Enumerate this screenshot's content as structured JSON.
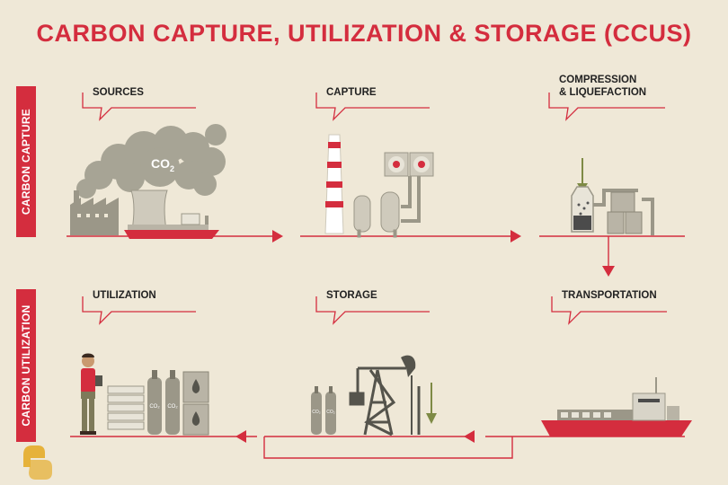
{
  "title": "CARBON CAPTURE, UTILIZATION & STORAGE (CCUS)",
  "sections": {
    "capture": "CARBON CAPTURE",
    "utilization": "CARBON UTILIZATION"
  },
  "steps": {
    "sources": "SOURCES",
    "capture": "CAPTURE",
    "compression_line1": "COMPRESSION",
    "compression_line2": "& LIQUEFACTION",
    "utilization": "UTILIZATION",
    "storage": "STORAGE",
    "transportation": "TRANSPORTATION"
  },
  "labels": {
    "co2": "CO",
    "co2_sub": "2",
    "cyl_co2": "CO₂"
  },
  "colors": {
    "accent": "#d42d3e",
    "background": "#efe8d7",
    "equipment": "#9b9788",
    "smoke": "#a7a495"
  }
}
